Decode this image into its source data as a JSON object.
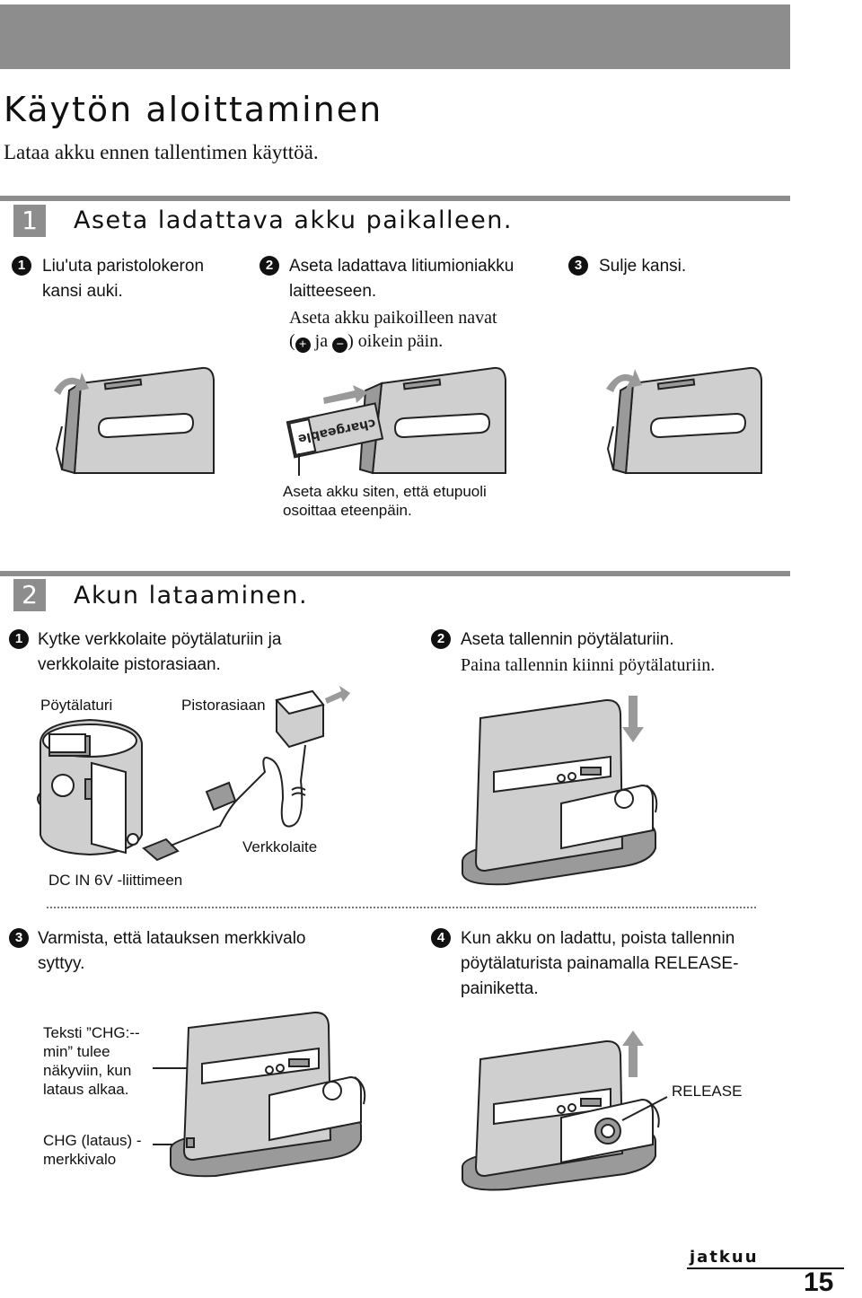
{
  "header": {
    "title": "Käytön aloittaminen",
    "subtitle": "Lataa akku ennen tallentimen käyttöä."
  },
  "section1": {
    "number": "1",
    "title": "Aseta ladattava akku paikalleen.",
    "steps": [
      {
        "marker": "1",
        "line1": "Liu'uta paristolokeron",
        "line2": "kansi auki."
      },
      {
        "marker": "2",
        "line1": "Aseta ladattava litiumioniakku",
        "line2": "laitteeseen.",
        "note1": "Aseta akku paikoilleen navat",
        "note2_a": "(",
        "note2_b": " ja ",
        "note2_c": ") oikein päin."
      },
      {
        "marker": "3",
        "line1": "Sulje kansi."
      }
    ],
    "caption_line1": "Aseta akku siten, että etupuoli",
    "caption_line2": "osoittaa eteenpäin.",
    "battery_text": "chargeable"
  },
  "section2": {
    "number": "2",
    "title": "Akun lataaminen.",
    "step1": {
      "marker": "1",
      "line1": "Kytke verkkolaite pöytälaturiin ja",
      "line2": "verkkolaite pistorasiaan."
    },
    "step2": {
      "marker": "2",
      "line1": "Aseta tallennin pöytälaturiin.",
      "line2": "Paina tallennin kiinni pöytälaturiin."
    },
    "label_charger": "Pöytälaturi",
    "label_outlet": "Pistorasiaan",
    "label_adapter": "Verkkolaite",
    "label_dcin": "DC IN 6V -liittimeen",
    "step3": {
      "marker": "3",
      "line1": "Varmista, että latauksen merkkivalo",
      "line2": "syttyy."
    },
    "step4": {
      "marker": "4",
      "line1": "Kun akku on ladattu, poista tallennin",
      "line2": "pöytälaturista painamalla RELEASE-",
      "line3": "painiketta."
    },
    "label_text_line1": "Teksti ”CHG:--",
    "label_text_line2": "min” tulee",
    "label_text_line3": "näkyviin, kun",
    "label_text_line4": "lataus alkaa.",
    "label_chg_line1": "CHG (lataus) -",
    "label_chg_line2": "merkkivalo",
    "label_release": "RELEASE"
  },
  "footer": {
    "continue": "jatkuu",
    "page_number": "15"
  }
}
